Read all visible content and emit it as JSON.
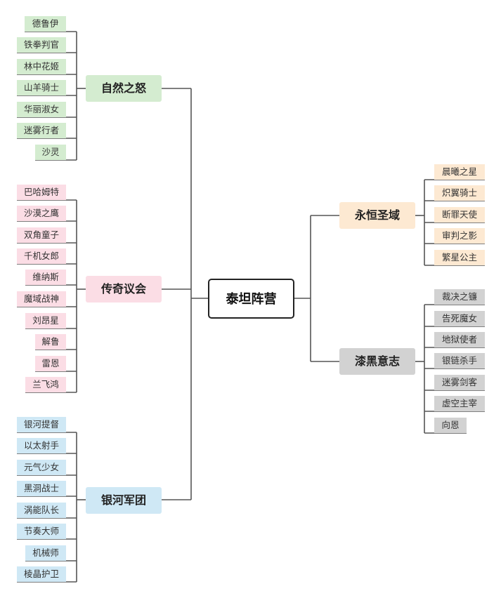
{
  "center": "泰坦阵营",
  "branches": [
    {
      "label": "自然之怒",
      "color": "green",
      "items": [
        "德鲁伊",
        "铁拳判官",
        "林中花姬",
        "山羊骑士",
        "华丽淑女",
        "迷雾行者",
        "沙灵"
      ]
    },
    {
      "label": "传奇议会",
      "color": "pink",
      "items": [
        "巴哈姆特",
        "沙漠之鹰",
        "双角童子",
        "千机女郎",
        "维纳斯",
        "魔域战神",
        "刘昂星",
        "解鲁",
        "雷恩",
        "兰飞鸿"
      ]
    },
    {
      "label": "银河军团",
      "color": "blue",
      "items": [
        "银河提督",
        "以太射手",
        "元气少女",
        "黑洞战士",
        "涡能队长",
        "节奏大师",
        "机械师",
        "棱晶护卫"
      ]
    },
    {
      "label": "永恒圣域",
      "color": "orange",
      "items": [
        "晨曦之星",
        "炽翼骑士",
        "断罪天使",
        "审判之影",
        "繁星公主"
      ]
    },
    {
      "label": "漆黑意志",
      "color": "gray",
      "items": [
        "裁决之镰",
        "告死魔女",
        "地狱使者",
        "银链杀手",
        "迷雾剑客",
        "虚空主宰",
        "向恩"
      ]
    }
  ],
  "colors": {
    "green": "#d4ecd0",
    "pink": "#fbdde5",
    "blue": "#cfe8f5",
    "orange": "#fde9d2",
    "gray": "#d2d2d2",
    "line": "#555555"
  }
}
